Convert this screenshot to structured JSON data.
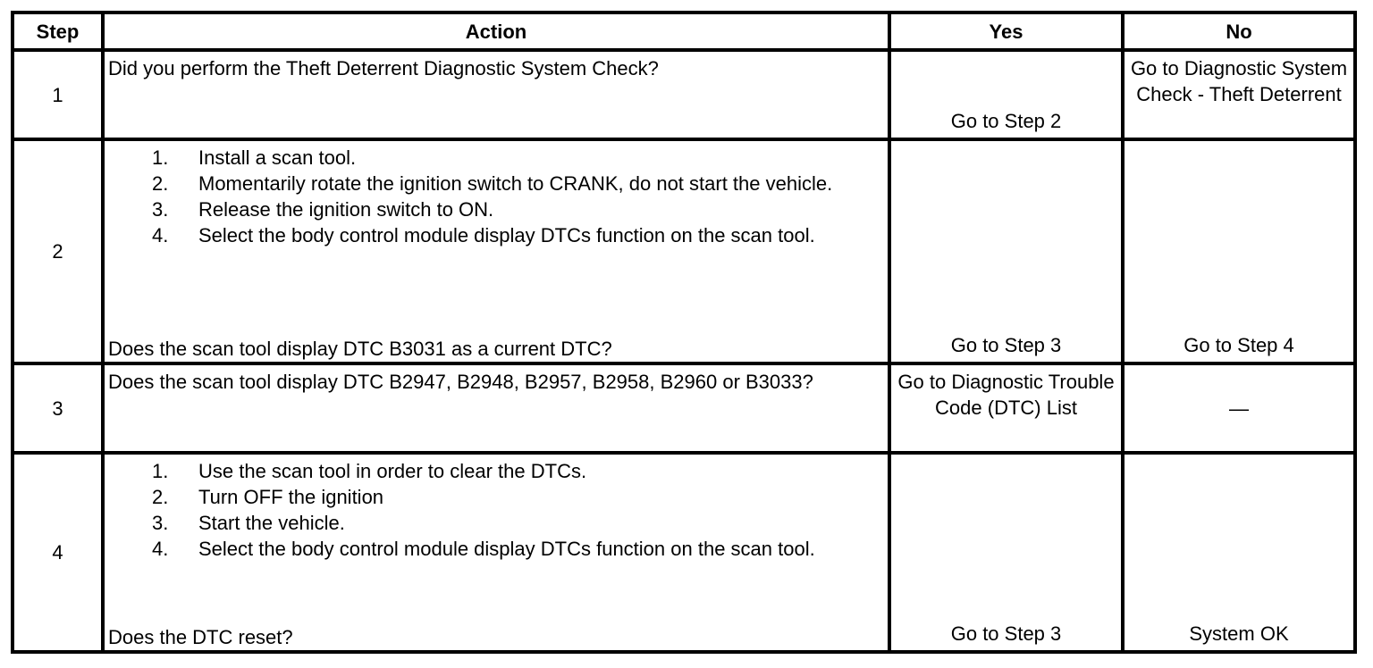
{
  "table": {
    "headers": {
      "step": "Step",
      "action": "Action",
      "yes": "Yes",
      "no": "No"
    },
    "rows": [
      {
        "step": "1",
        "question": "Did you perform the Theft Deterrent Diagnostic System Check?",
        "yes": "Go to Step 2",
        "no": "Go to Diagnostic System Check - Theft Deterrent"
      },
      {
        "step": "2",
        "instructions": [
          {
            "num": "1.",
            "text": "Install a scan tool."
          },
          {
            "num": "2.",
            "text": "Momentarily rotate the ignition switch to CRANK, do not start the vehicle."
          },
          {
            "num": "3.",
            "text": "Release the ignition switch to ON."
          },
          {
            "num": "4.",
            "text": "Select the body control module display DTCs function on the scan tool."
          }
        ],
        "question": "Does the scan tool display DTC B3031 as a current DTC?",
        "yes": "Go to Step 3",
        "no": "Go to Step 4"
      },
      {
        "step": "3",
        "question": "Does the scan tool display DTC B2947, B2948, B2957, B2958, B2960 or B3033?",
        "yes": "Go to Diagnostic Trouble Code (DTC) List",
        "no": "—"
      },
      {
        "step": "4",
        "instructions": [
          {
            "num": "1.",
            "text": "Use the scan tool in order to clear the DTCs."
          },
          {
            "num": "2.",
            "text": "Turn OFF the ignition"
          },
          {
            "num": "3.",
            "text": "Start the vehicle."
          },
          {
            "num": "4.",
            "text": "Select the body control module display DTCs function on the scan tool."
          }
        ],
        "question": "Does the DTC reset?",
        "yes": "Go to Step 3",
        "no": "System OK"
      }
    ]
  }
}
